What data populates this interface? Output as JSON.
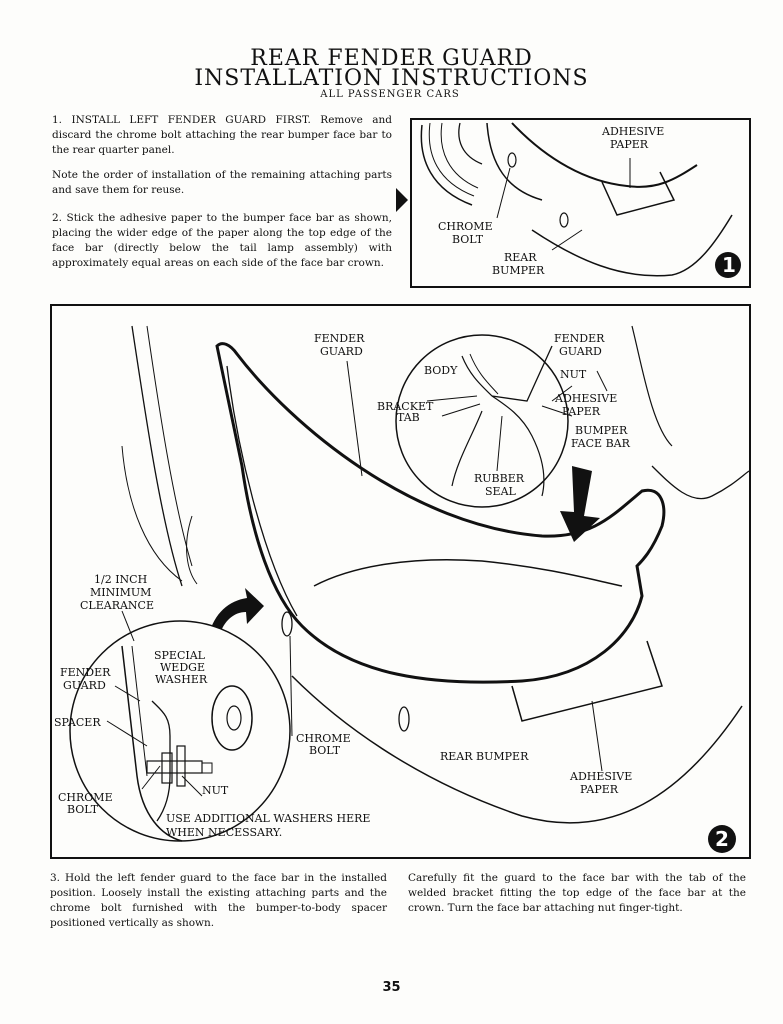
{
  "header": {
    "title_line1": "REAR FENDER GUARD",
    "title_line2": "INSTALLATION INSTRUCTIONS",
    "subtitle": "ALL PASSENGER CARS"
  },
  "steps": {
    "step1": "1.  INSTALL LEFT FENDER GUARD FIRST. Remove and discard the chrome bolt attaching the rear bumper face bar to the rear quarter panel.",
    "note": "Note the order of installation of the remaining attaching parts and save them for reuse.",
    "step2": "2.  Stick the adhesive paper to the bumper face bar as shown, placing the wider edge of the paper along the top edge of the face bar (directly below the tail lamp assembly) with approximately equal areas on each side of the face bar crown.",
    "step3a": "3.  Hold the left fender guard to the face bar in the installed position. Loosely install the existing attaching parts and the chrome bolt furnished with the bumper-to-body spacer positioned vertically as shown.",
    "step3b": "Carefully fit the guard to the face bar with the tab of the welded bracket fitting the top edge of the face bar at the crown. Turn the face bar attaching nut finger-tight."
  },
  "figure1": {
    "label_adhesive1": "ADHESIVE",
    "label_adhesive2": "PAPER",
    "label_chrome1": "CHROME",
    "label_chrome2": "BOLT",
    "label_rear1": "REAR",
    "label_rear2": "BUMPER",
    "badge": "1"
  },
  "figure2": {
    "fender_guard1": "FENDER",
    "fender_guard2": "GUARD",
    "detail_fender1": "FENDER",
    "detail_fender2": "GUARD",
    "body": "BODY",
    "nut_top": "NUT",
    "adhesive_top1": "ADHESIVE",
    "adhesive_top2": "PAPER",
    "bracket1": "BRACKET",
    "bracket2": "TAB",
    "bumper_face1": "BUMPER",
    "bumper_face2": "FACE BAR",
    "rubber1": "RUBBER",
    "rubber2": "SEAL",
    "clearance1": "1/2 INCH",
    "clearance2": "MINIMUM",
    "clearance3": "CLEARANCE",
    "special1": "SPECIAL",
    "special2": "WEDGE",
    "special3": "WASHER",
    "lower_fender1": "FENDER",
    "lower_fender2": "GUARD",
    "spacer": "SPACER",
    "lower_chrome1": "CHROME",
    "lower_chrome2": "BOLT",
    "nut_low": "NUT",
    "washers1": "USE ADDITIONAL WASHERS HERE",
    "washers2": "WHEN NECESSARY.",
    "chrome_bolt1": "CHROME",
    "chrome_bolt2": "BOLT",
    "rear_bumper": "REAR BUMPER",
    "adhesive_low1": "ADHESIVE",
    "adhesive_low2": "PAPER",
    "badge": "2"
  },
  "page_number": "35"
}
